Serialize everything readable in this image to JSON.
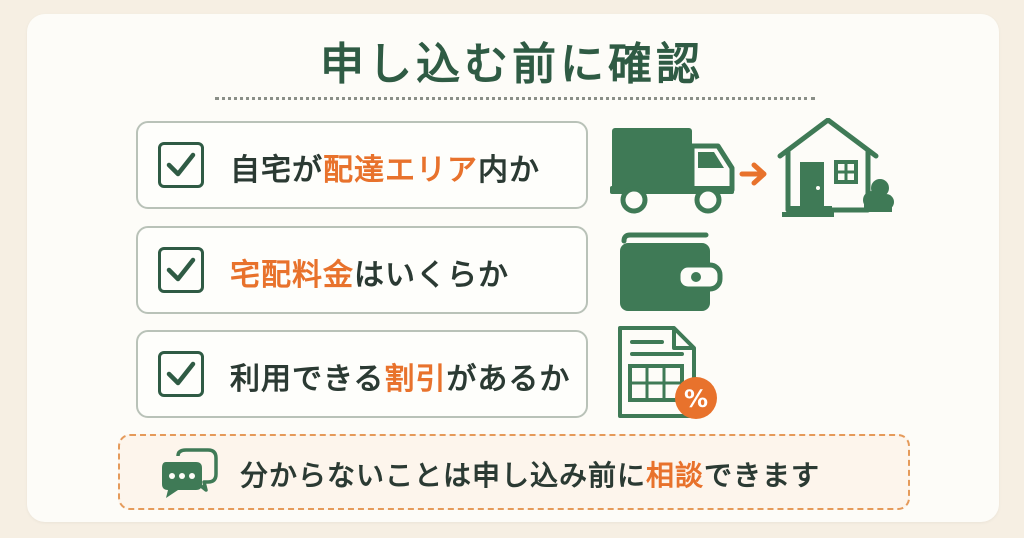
{
  "title": "申し込む前に確認",
  "checklist": [
    {
      "pre": "自宅が",
      "highlight": "配達エリア",
      "post": "内か",
      "icon": "delivery-truck-to-house-icon"
    },
    {
      "pre": "",
      "highlight": "宅配料金",
      "post": "はいくらか",
      "icon": "wallet-icon"
    },
    {
      "pre": "利用できる",
      "highlight": "割引",
      "post": "があるか",
      "icon": "discount-document-icon"
    }
  ],
  "note": {
    "pre": "分からないことは申し込み前に",
    "highlight": "相談",
    "post": "できます",
    "icon": "chat-bubble-icon"
  },
  "discount_symbol": "%",
  "colors": {
    "accent": "#e8722c",
    "primary": "#2f5b44",
    "illustration": "#3f7a56",
    "background": "#f6efe3"
  }
}
